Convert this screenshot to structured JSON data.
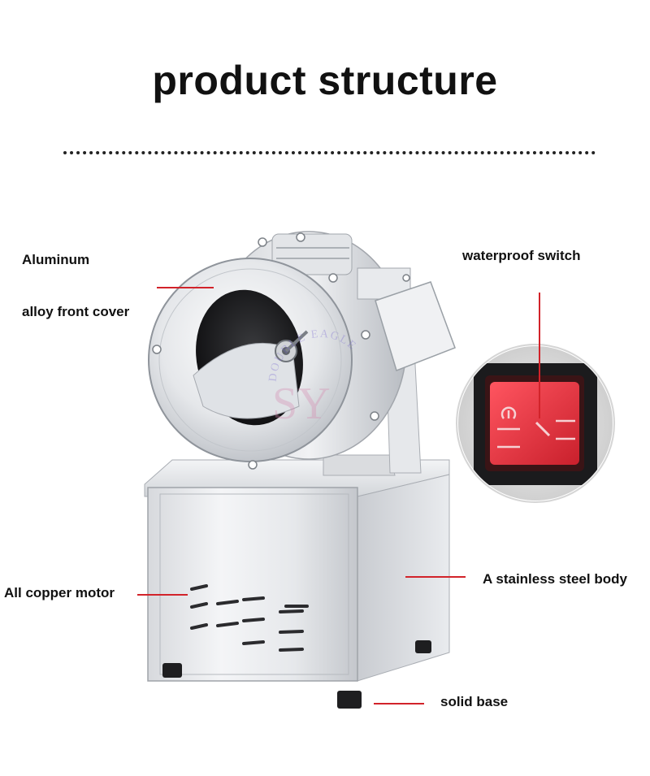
{
  "title": "product structure",
  "labels": {
    "cover_line1": "Aluminum",
    "cover_line2": "alloy front cover",
    "switch": "waterproof switch",
    "motor": "All copper motor",
    "body": "A stainless steel body",
    "base": "solid base"
  },
  "watermark": {
    "initials": "SY",
    "arc_text": "DOUBLE EAGLE"
  },
  "colors": {
    "leader_line": "#d2232a",
    "switch_red": "#e0323c",
    "steel_light": "#eef0f3",
    "steel_mid": "#c9ccd1",
    "steel_dark": "#8e939a"
  }
}
